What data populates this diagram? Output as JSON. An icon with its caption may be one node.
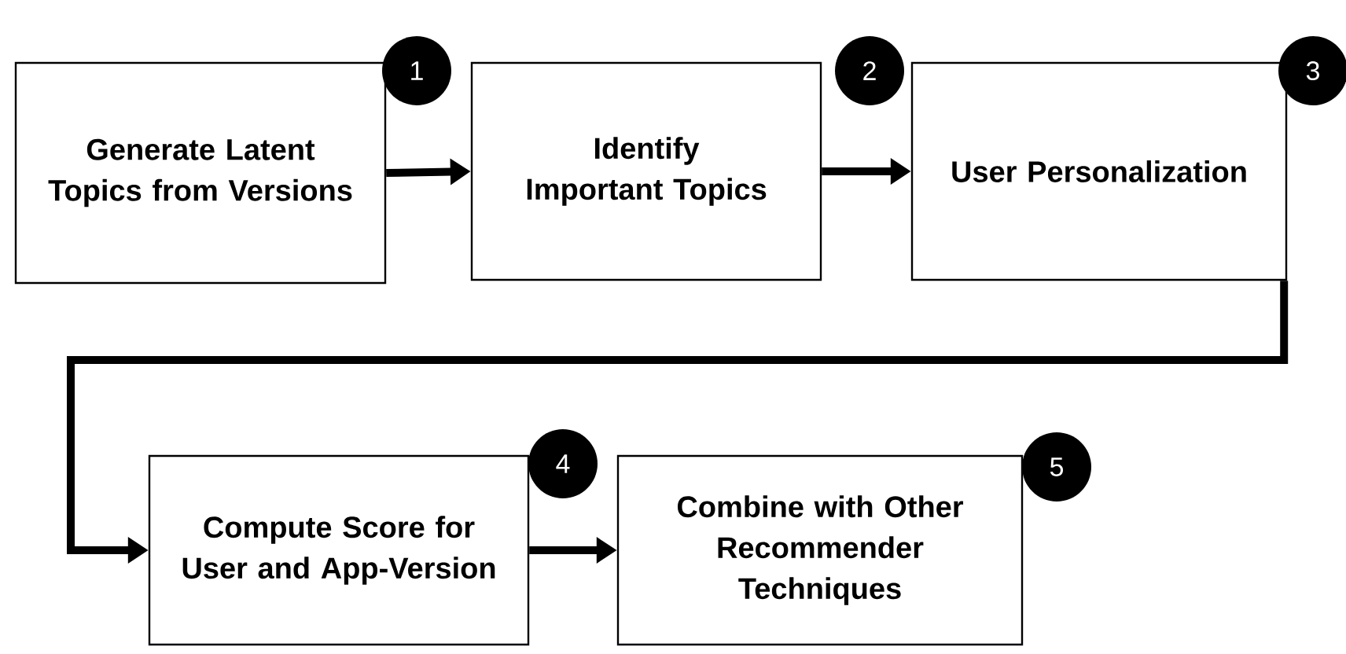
{
  "diagram": {
    "nodes": [
      {
        "text": [
          "Generate Latent Topics from Versions"
        ]
      },
      {
        "text": [
          "1"
        ]
      },
      {
        "text": [
          "Identify Important Topics"
        ]
      },
      {
        "text": [
          "2"
        ]
      },
      {
        "text": [
          "User Personalization"
        ]
      },
      {
        "text": [
          "3"
        ]
      },
      {
        "text": [
          "Compute Score for User and App-Version"
        ]
      },
      {
        "text": [
          "4"
        ]
      },
      {
        "text": [
          "Combine with Other Recommender Techniques"
        ]
      },
      {
        "text": [
          "5"
        ]
      }
    ],
    "edges": [
      {
        "from": 0,
        "to": 2,
        "arrow": "to"
      },
      {
        "from": 2,
        "to": 4,
        "arrow": "to"
      },
      {
        "from": 4,
        "to": 6,
        "arrow": "to"
      },
      {
        "from": 6,
        "to": 8,
        "arrow": "to"
      }
    ]
  }
}
